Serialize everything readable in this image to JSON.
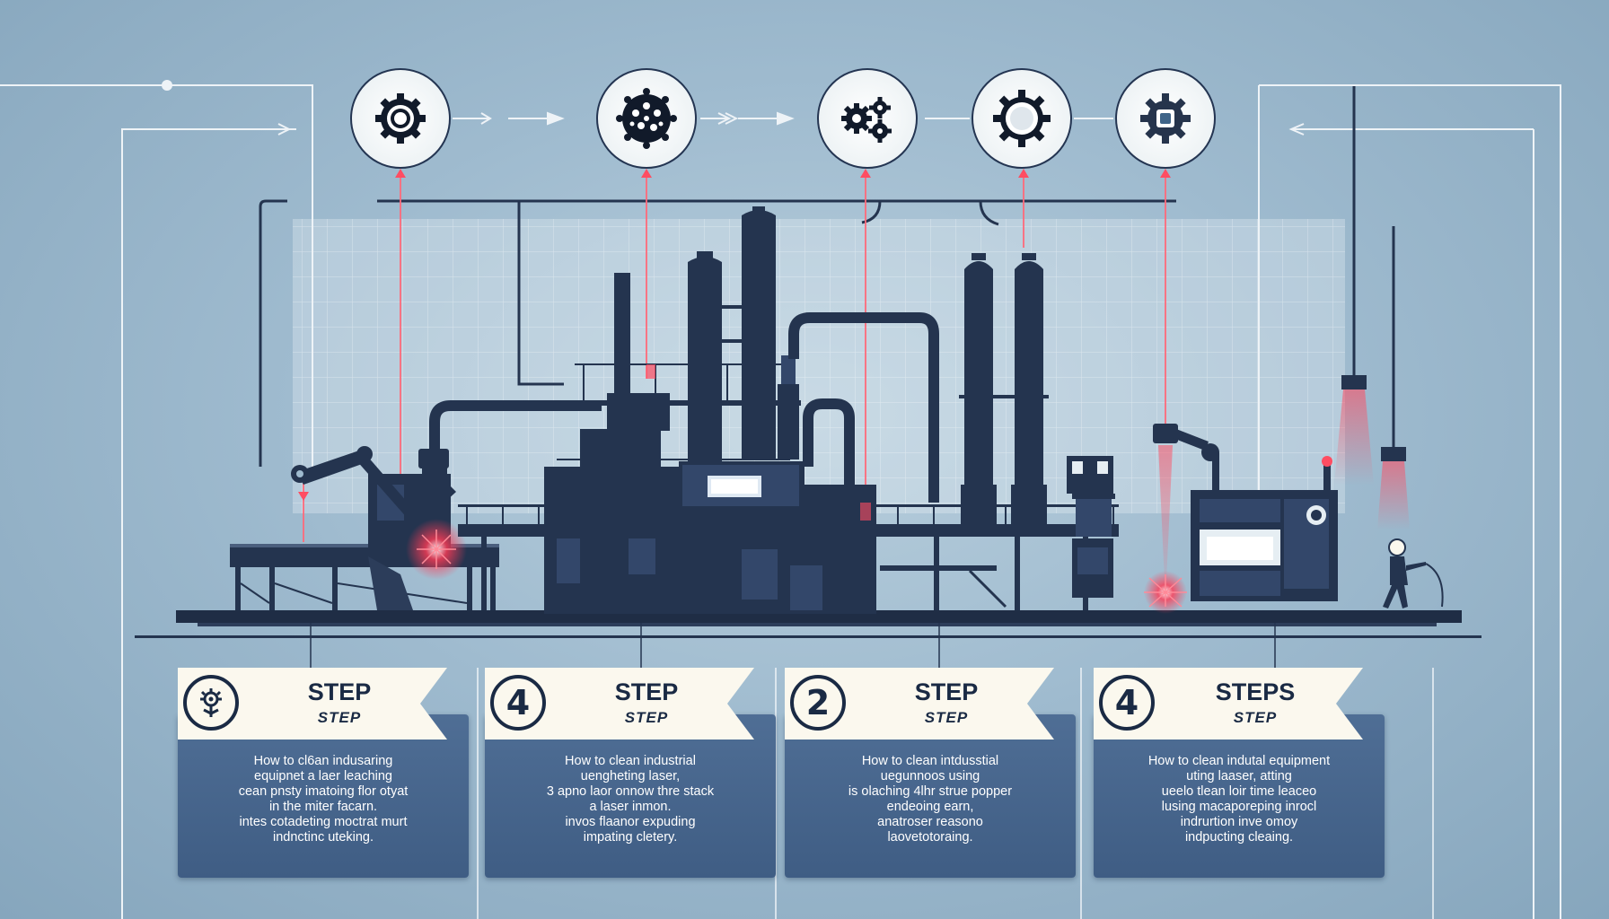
{
  "colors": {
    "background": "#86a6bd",
    "machine_dark": "#24344f",
    "panel_blue": "#45648b",
    "ribbon_cream": "#fbf8ee",
    "laser_red": "#e8344a",
    "line_light": "#eef3f7"
  },
  "process_icons": [
    {
      "name": "gear-ring-icon"
    },
    {
      "name": "dotted-sphere-icon"
    },
    {
      "name": "twin-gears-icon"
    },
    {
      "name": "sun-gear-icon"
    },
    {
      "name": "square-gear-icon"
    }
  ],
  "steps": [
    {
      "badge_icon": "flower-gear-icon",
      "badge_text": "",
      "title": "STEP",
      "subtitle": "STEP",
      "lines": [
        "How to cl6an indusaring",
        "equipnet a laer leaching",
        "cean pnsty imatoing flor otyat",
        "in the miter facarn.",
        "intes cotadeting moctrat murt",
        "indnctinc uteking."
      ]
    },
    {
      "badge_icon": "",
      "badge_text": "4",
      "title": "STEP",
      "subtitle": "STEP",
      "lines": [
        "How to clean industrial",
        "uengheting laser,",
        "3 apno laor onnow thre stack",
        "a laser inmon.",
        "invos flaanor expuding",
        "impating cletery."
      ]
    },
    {
      "badge_icon": "",
      "badge_text": "2",
      "title": "STEP",
      "subtitle": "STEP",
      "lines": [
        "How to clean intdusstial",
        "uegunnoos using",
        "is olaching 4lhr strue popper",
        "endeoing earn,",
        "anatroser reasono",
        "laovetotoraing."
      ]
    },
    {
      "badge_icon": "",
      "badge_text": "4",
      "title": "STEPS",
      "subtitle": "STEP",
      "lines": [
        "How to clean indutal equipment",
        "uting laaser,  atting",
        "ueelo tlean loir time leaceo",
        "lusing macaporeping inrocl",
        "indrurtion inve omoy",
        "indpucting cleaing."
      ]
    }
  ]
}
